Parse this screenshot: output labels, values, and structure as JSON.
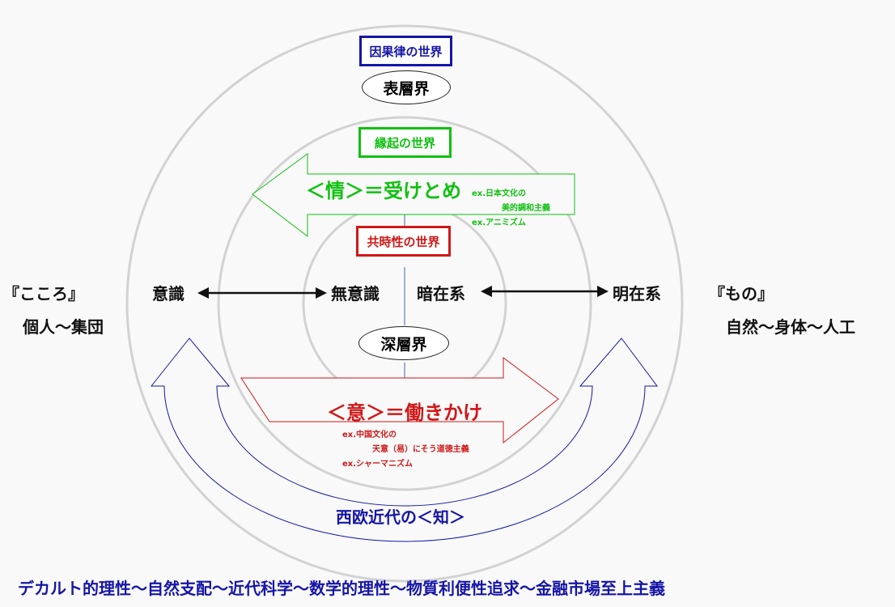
{
  "outer_circle": {
    "title": "因果律の世界",
    "layer": "表層界"
  },
  "middle_circle": {
    "title": "縁起の世界",
    "arrow_label": "＜情＞＝受けとめ",
    "notes": [
      "ex.日本文化の",
      "美的調和主義",
      "ex.アニミズム"
    ]
  },
  "inner_circle": {
    "title": "共時性の世界",
    "layer": "深層界"
  },
  "lower_arrow": {
    "label": "＜意＞＝働きかけ",
    "notes": [
      "ex.中国文化の",
      "天意（易）にそう道徳主義",
      "ex.シャーマニズム"
    ]
  },
  "axis": {
    "conscious": "意識",
    "unconscious": "無意識",
    "implicate": "暗在系",
    "explicate": "明在系"
  },
  "left": {
    "heading": "『こころ』",
    "sub": "個人〜集団"
  },
  "right": {
    "heading": "『もの』",
    "sub": "自然〜身体〜人工"
  },
  "western_label": "西欧近代の＜知＞",
  "bottom_text": "デカルト的理性〜自然支配〜近代科学〜数学的理性〜物質利便性追求〜金融市場至上主義",
  "colors": {
    "blue": "#1515a8",
    "green": "#10c010",
    "red": "#d01818",
    "circle": "#d2d2d2",
    "black": "#111111"
  }
}
